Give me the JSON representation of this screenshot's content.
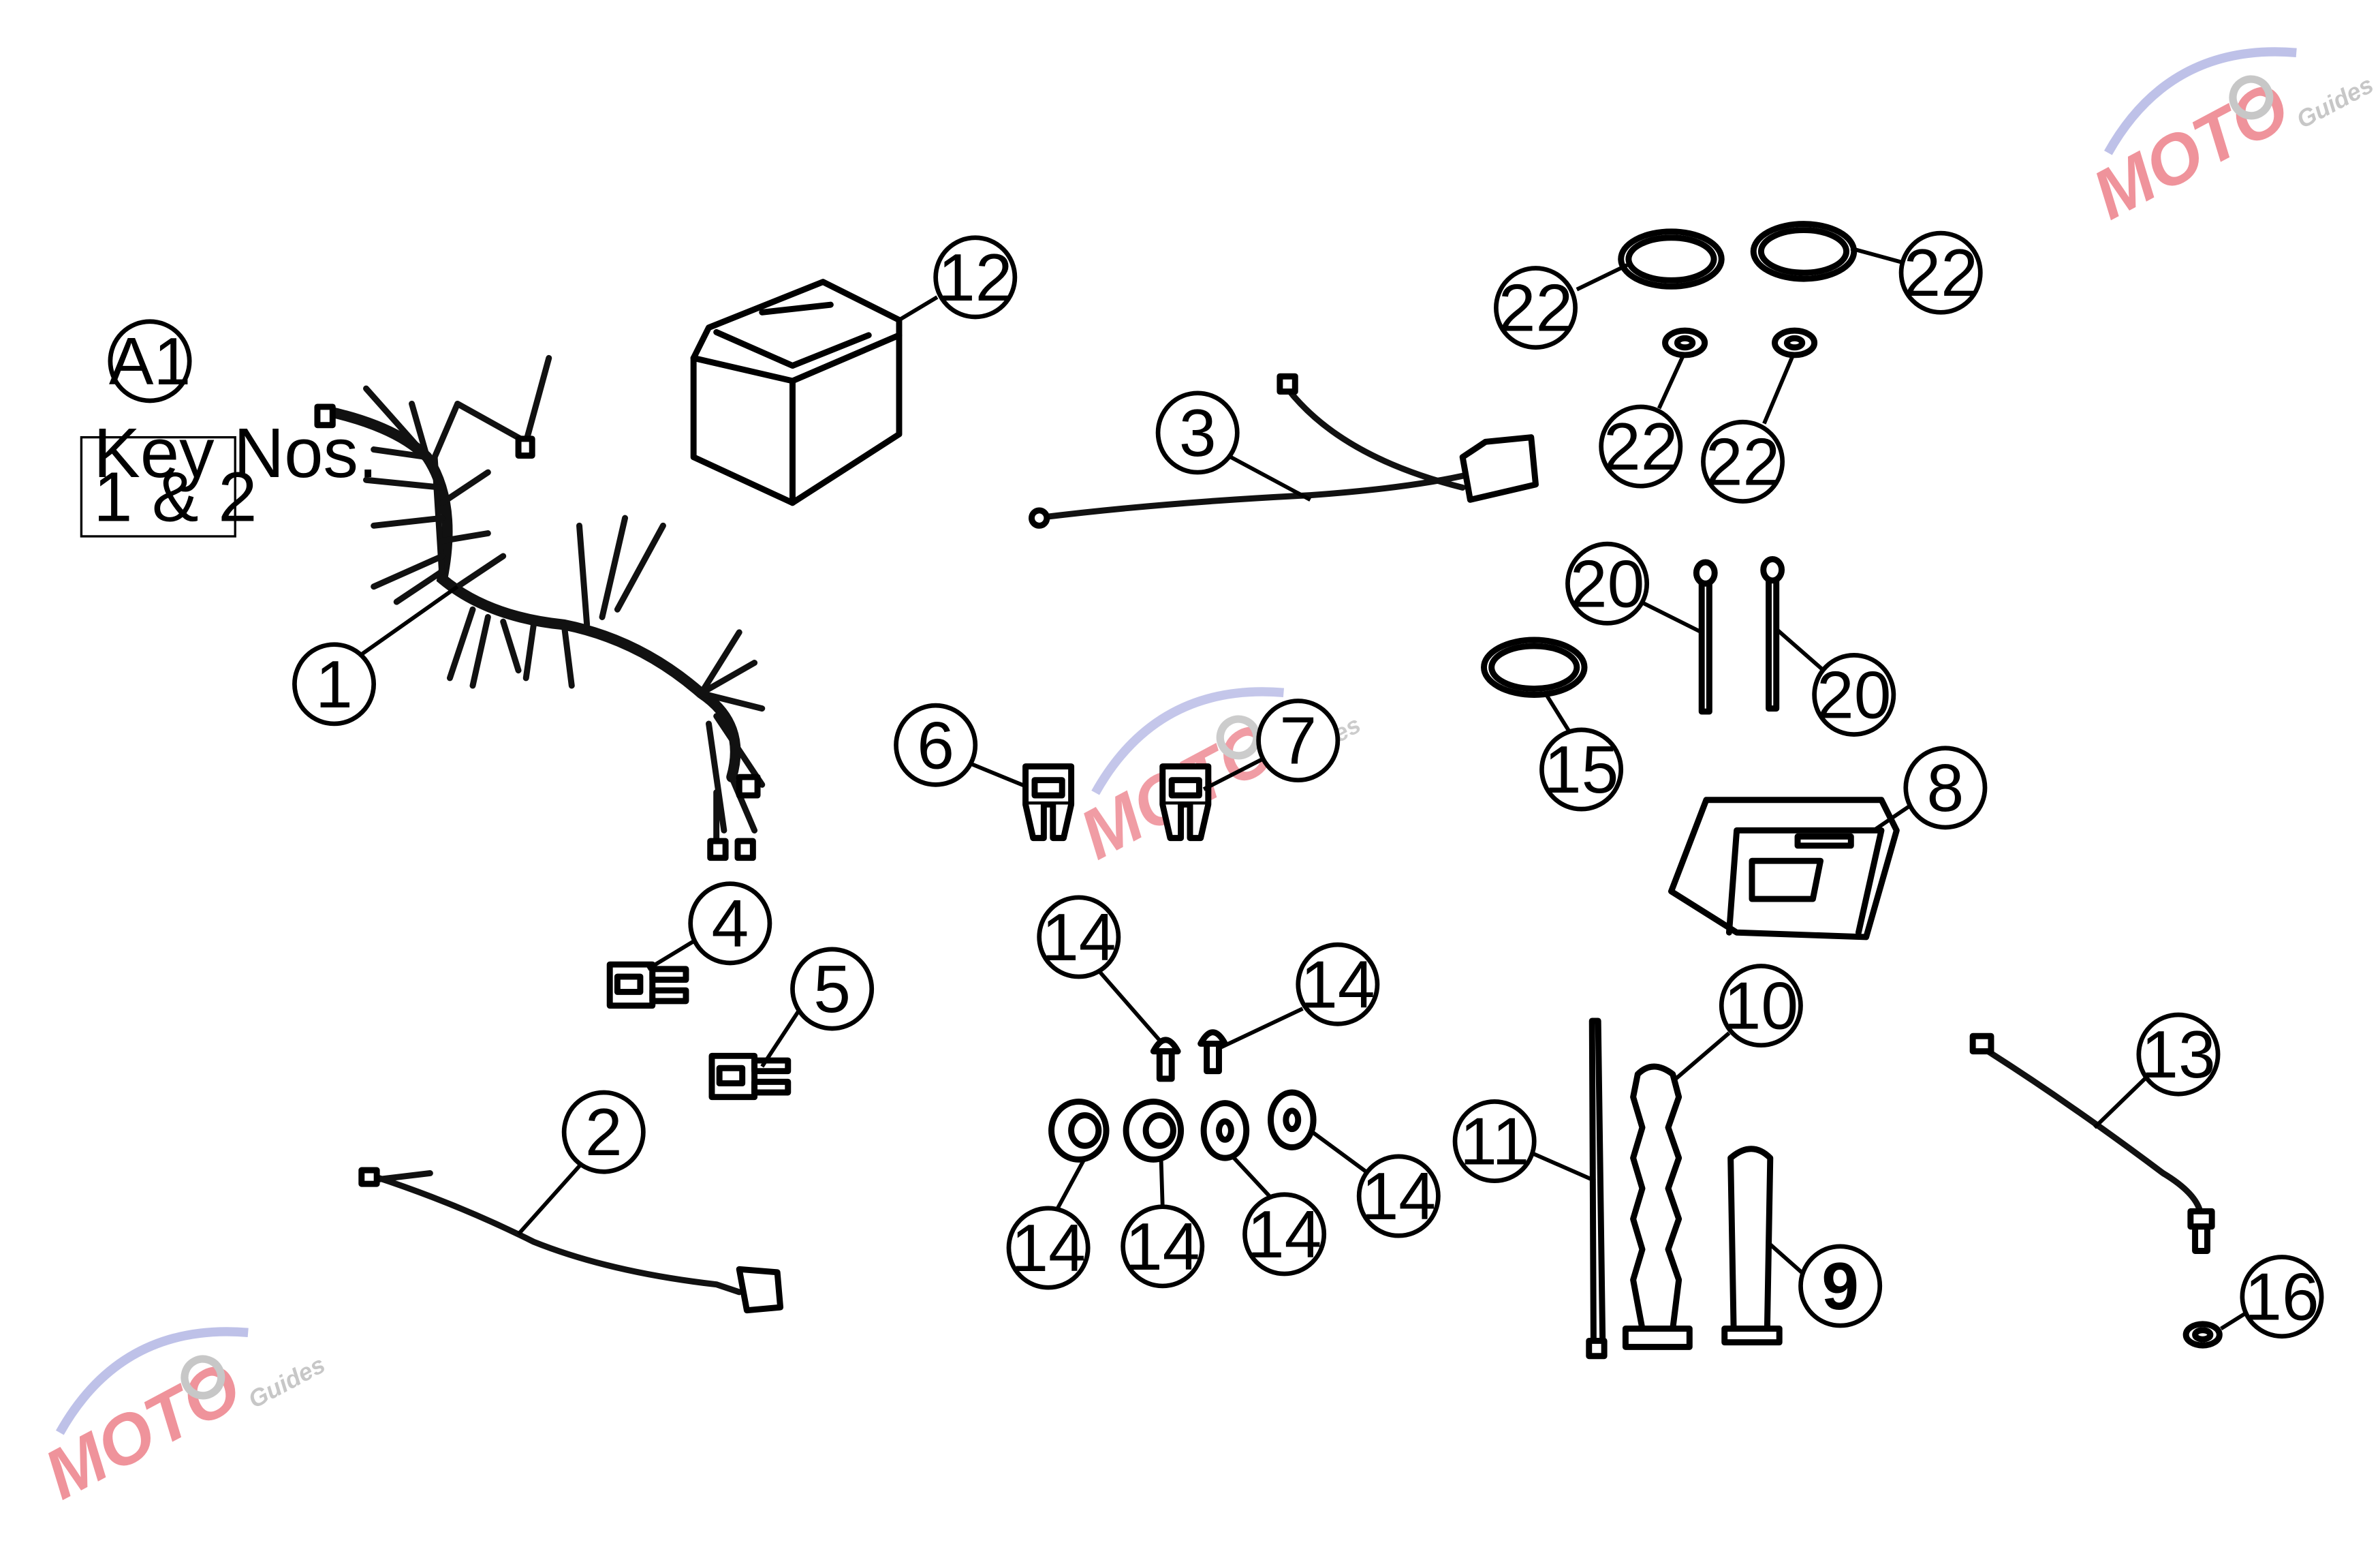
{
  "assembly_label": "A1",
  "key_note": {
    "line1": "Key Nos.",
    "line2": "1 & 2"
  },
  "callouts": [
    {
      "id": "c1",
      "label": "1"
    },
    {
      "id": "c2",
      "label": "2"
    },
    {
      "id": "c3",
      "label": "3"
    },
    {
      "id": "c4",
      "label": "4"
    },
    {
      "id": "c5",
      "label": "5"
    },
    {
      "id": "c6",
      "label": "6"
    },
    {
      "id": "c7",
      "label": "7"
    },
    {
      "id": "c8",
      "label": "8"
    },
    {
      "id": "c9",
      "label": "9"
    },
    {
      "id": "c10",
      "label": "10"
    },
    {
      "id": "c11",
      "label": "11"
    },
    {
      "id": "c12",
      "label": "12"
    },
    {
      "id": "c13",
      "label": "13"
    },
    {
      "id": "c14a",
      "label": "14"
    },
    {
      "id": "c14b",
      "label": "14"
    },
    {
      "id": "c14c",
      "label": "14"
    },
    {
      "id": "c14d",
      "label": "14"
    },
    {
      "id": "c14e",
      "label": "14"
    },
    {
      "id": "c14f",
      "label": "14"
    },
    {
      "id": "c15",
      "label": "15"
    },
    {
      "id": "c16",
      "label": "16"
    },
    {
      "id": "c20a",
      "label": "20"
    },
    {
      "id": "c20b",
      "label": "20"
    },
    {
      "id": "c22a",
      "label": "22"
    },
    {
      "id": "c22b",
      "label": "22"
    },
    {
      "id": "c22c",
      "label": "22"
    },
    {
      "id": "c22d",
      "label": "22"
    }
  ],
  "watermark": {
    "brand": "MOTO",
    "sub": "Guides",
    "colors": {
      "primary": "#e23c4b",
      "secondary": "#8a8fd6",
      "gear": "#9a9a9a"
    }
  }
}
